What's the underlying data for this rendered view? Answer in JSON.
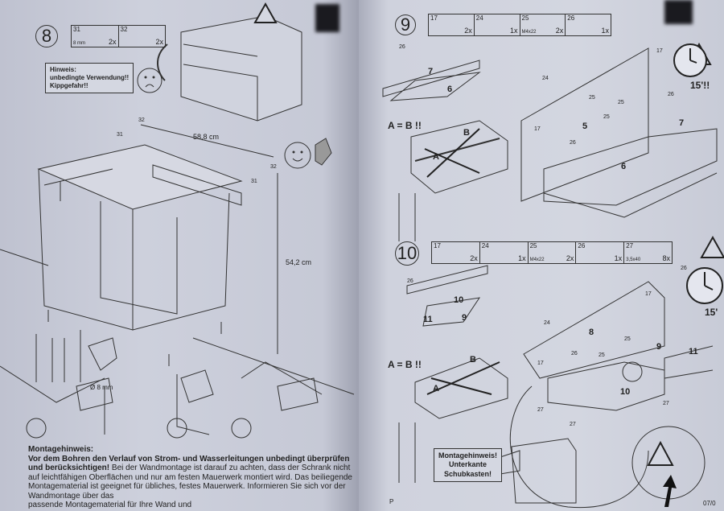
{
  "left_page": {
    "step_number": "8",
    "parts": [
      {
        "number": "31",
        "qty": "2x",
        "size": "8 mm"
      },
      {
        "number": "32",
        "qty": "2x"
      }
    ],
    "warning_note": [
      "Hinweis:",
      "unbedingte Verwendung!!",
      "Kippgefahr!!"
    ],
    "dimension_width": "58,8 cm",
    "dimension_height": "54,2 cm",
    "drill_size": "Ø 8 mm",
    "callouts": [
      "32",
      "31",
      "31",
      "32"
    ],
    "text": {
      "heading": "Montagehinweis:",
      "bold": "Vor dem Bohren den Verlauf von Strom- und Wasserleitungen unbedingt überprüfen und berücksichtigen!",
      "body": " Bei der Wandmontage ist darauf zu achten, dass der Schrank nicht auf leichtfähigen Oberflächen und nur am festen Mauerwerk montiert wird. Das beiliegende Montagematerial ist geeignet für übliches, festes Mauerwerk. Informieren Sie sich vor der Wandmontage über das",
      "cut_line": "passende Montagematerial für Ihre Wand und"
    }
  },
  "right_page": {
    "step9": {
      "number": "9",
      "parts": [
        {
          "number": "17",
          "qty": "2x"
        },
        {
          "number": "24",
          "qty": "1x"
        },
        {
          "number": "25",
          "qty": "2x",
          "size": "M4x22"
        },
        {
          "number": "26",
          "qty": "1x"
        }
      ],
      "time": "15'!!",
      "equation": "A = B !!",
      "labels": [
        "26",
        "7",
        "6",
        "24",
        "17",
        "25",
        "25",
        "25",
        "26",
        "5",
        "7",
        "6",
        "17",
        "26",
        "A",
        "B"
      ]
    },
    "step10": {
      "number": "10",
      "parts": [
        {
          "number": "17",
          "qty": "2x"
        },
        {
          "number": "24",
          "qty": "1x"
        },
        {
          "number": "25",
          "qty": "2x",
          "size": "M4x22"
        },
        {
          "number": "26",
          "qty": "1x"
        },
        {
          "number": "27",
          "qty": "8x",
          "size": "3,5x40"
        }
      ],
      "time": "15'",
      "equation": "A = B !!",
      "labels": [
        "26",
        "10",
        "11",
        "9",
        "24",
        "8",
        "25",
        "25",
        "9",
        "11",
        "17",
        "26",
        "10",
        "27",
        "27",
        "27",
        "26",
        "17",
        "A",
        "B"
      ],
      "note": [
        "Montagehinweis!",
        "Unterkante",
        "Schubkasten!"
      ]
    },
    "footer_left": "P",
    "footer_right": "07/0"
  }
}
